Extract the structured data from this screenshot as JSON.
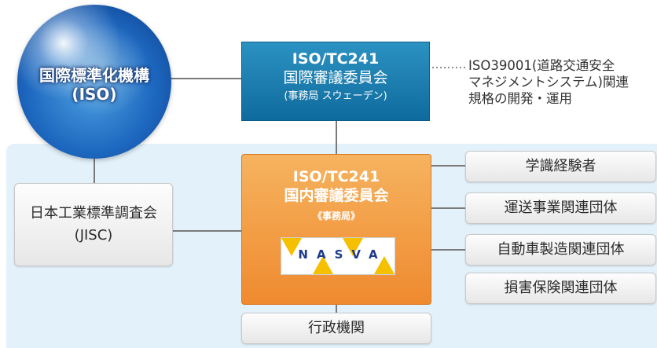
{
  "iso": {
    "line1": "国際標準化機構",
    "line2": "(ISO)"
  },
  "iso_tc": {
    "line1": "ISO/TC241",
    "line2": "国際審議委員会",
    "line3": "(事務局 スウェーデン)"
  },
  "note": {
    "lines": [
      "ISO39001(道路交通安全",
      "マネジメントシステム)関連",
      "規格の開発・運用"
    ]
  },
  "jisc": {
    "line1": "日本工業標準調査会",
    "line2": "(JISC)"
  },
  "domestic": {
    "line1": "ISO/TC241",
    "line2": "国内審議委員会",
    "line3": "《事務局》",
    "logo_text": "NASVA"
  },
  "members": [
    "学識経験者",
    "運送事業関連団体",
    "自動車製造関連団体",
    "損害保険関連団体"
  ],
  "admin": "行政機関",
  "colors": {
    "iso_tc_box": "#1a7fb0",
    "domestic_box": "#f29a3b",
    "panel": "#e3f1fa",
    "connector": "#777777",
    "logo_yellow": "#f5c000",
    "logo_blue": "#1d3b8c"
  }
}
